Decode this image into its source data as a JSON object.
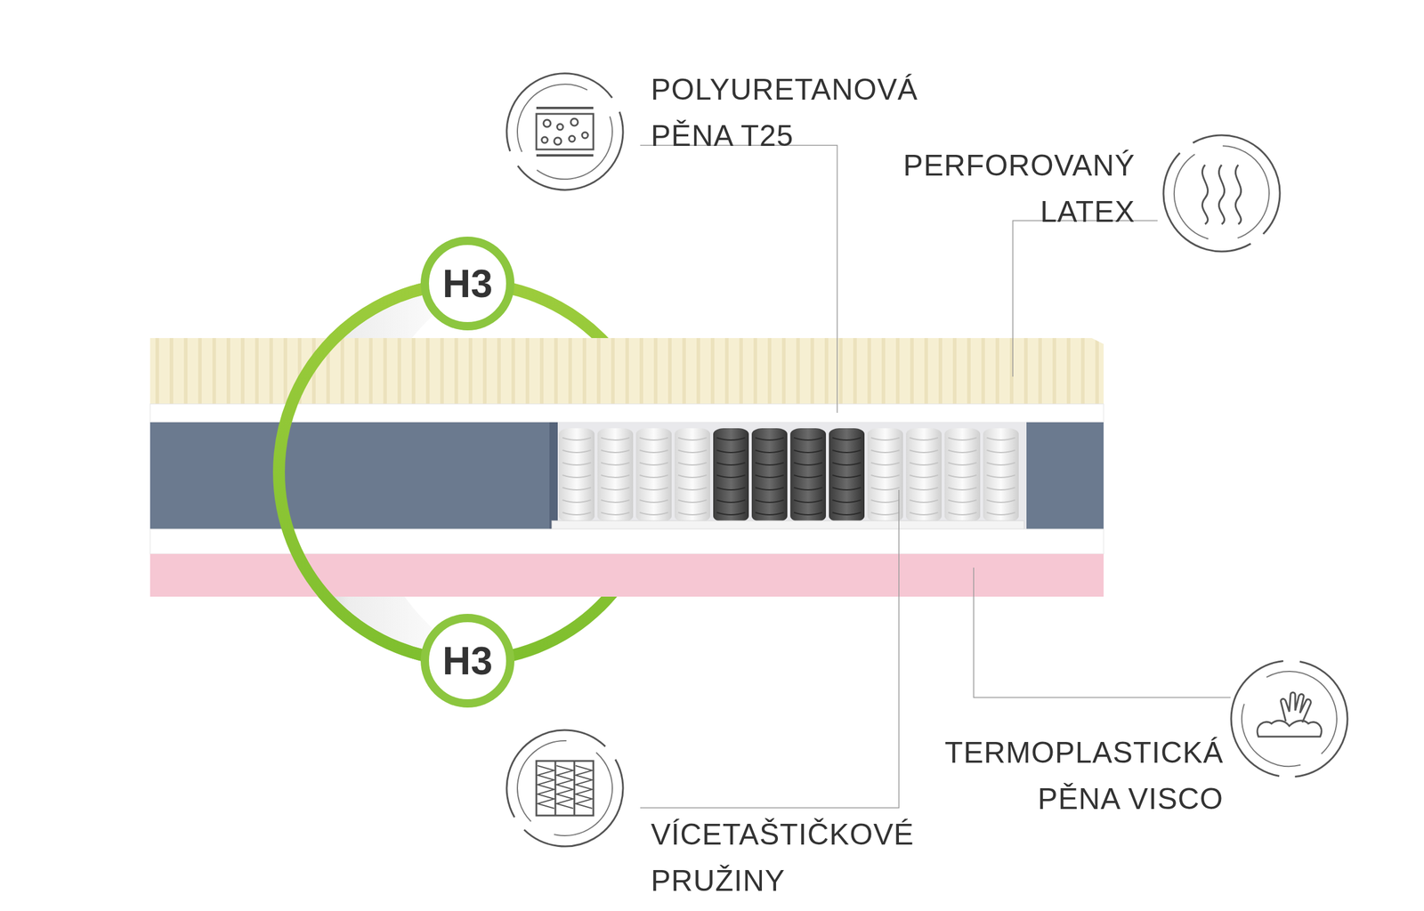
{
  "diagram": {
    "nodes": [
      {
        "text": [
          "H3"
        ]
      },
      {
        "text": [
          "H3"
        ]
      }
    ],
    "labels": [
      "POLYURETANOVÁ PĚNA T25",
      "PERFOROVANÝ LATEX",
      "VÍCETAŠTIČKOVÉ PRUŽINY",
      "TERMOPLASTICKÁ PĚNA VISCO"
    ]
  }
}
